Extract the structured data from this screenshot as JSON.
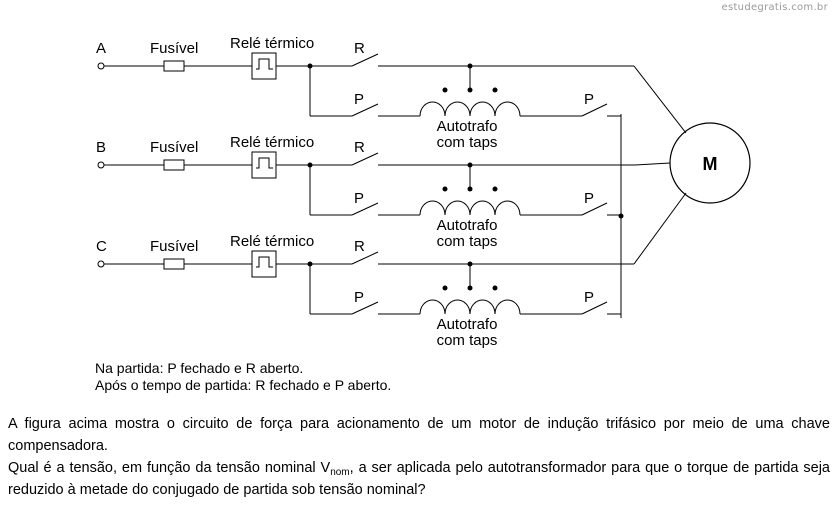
{
  "watermark": "estudegratis.com.br",
  "diagram": {
    "phases": [
      {
        "label": "A",
        "fuse": "Fusível",
        "relay": "Relé térmico",
        "r": "R",
        "p_left": "P",
        "p_right": "P",
        "trafo_line1": "Autotrafo",
        "trafo_line2": "com taps"
      },
      {
        "label": "B",
        "fuse": "Fusível",
        "relay": "Relé térmico",
        "r": "R",
        "p_left": "P",
        "p_right": "P",
        "trafo_line1": "Autotrafo",
        "trafo_line2": "com taps"
      },
      {
        "label": "C",
        "fuse": "Fusível",
        "relay": "Relé térmico",
        "r": "R",
        "p_left": "P",
        "p_right": "P",
        "trafo_line1": "Autotrafo",
        "trafo_line2": "com taps"
      }
    ],
    "motor_label": "M"
  },
  "notes": {
    "line1": "Na partida: P fechado e R aberto.",
    "line2": "Após o tempo de partida: R fechado e P aberto."
  },
  "question": {
    "p1": "A figura acima mostra o circuito de força para acionamento de um motor de indução trifásico por meio de uma chave compensadora.",
    "p2_before": "Qual é a tensão, em função da tensão nominal V",
    "p2_sub": "nom",
    "p2_after": ", a ser aplicada pelo autotransformador para que o torque de partida seja reduzido à metade do conjugado de partida sob tensão nominal?"
  }
}
